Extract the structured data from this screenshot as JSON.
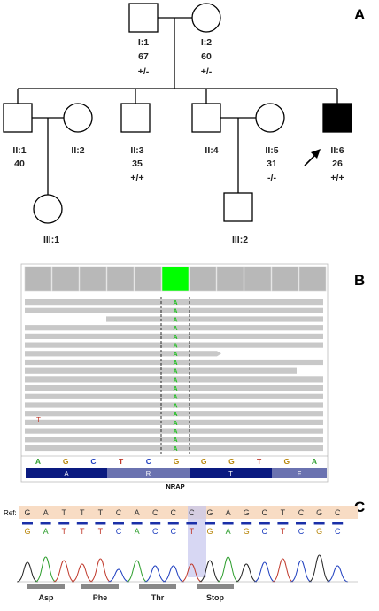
{
  "panel_labels": {
    "a": "A",
    "b": "B",
    "c": "C"
  },
  "pedigree": {
    "I1": {
      "id": "I:1",
      "age": "67",
      "genotype": "+/-"
    },
    "I2": {
      "id": "I:2",
      "age": "60",
      "genotype": "+/-"
    },
    "II1": {
      "id": "II:1",
      "age": "40"
    },
    "II2": {
      "id": "II:2"
    },
    "II3": {
      "id": "II:3",
      "age": "35",
      "genotype": "+/+"
    },
    "II4": {
      "id": "II:4"
    },
    "II5": {
      "id": "II:5",
      "age": "31",
      "genotype": "-/-"
    },
    "II6": {
      "id": "II:6",
      "age": "26",
      "genotype": "+/+"
    },
    "III1": {
      "id": "III:1"
    },
    "III2": {
      "id": "III:2"
    }
  },
  "igv": {
    "variant_base": "A",
    "stray_base": "T",
    "ref_bases": [
      "A",
      "G",
      "C",
      "T",
      "C",
      "G",
      "G",
      "G",
      "T",
      "G",
      "A"
    ],
    "aa": [
      "A",
      "R",
      "T",
      "F"
    ],
    "gene": "NRAP",
    "colors": {
      "variant": "#00ff00",
      "read": "#c8c8c8",
      "aa_dark": "#0a1a80",
      "aa_light": "#6a72b0"
    }
  },
  "sanger": {
    "ref_label": "Ref:",
    "ref_seq": [
      "G",
      "A",
      "T",
      "T",
      "T",
      "C",
      "A",
      "C",
      "C",
      "C",
      "G",
      "A",
      "G",
      "C",
      "T",
      "C",
      "G",
      "C"
    ],
    "sample_seq": [
      "G",
      "A",
      "T",
      "T",
      "T",
      "C",
      "A",
      "C",
      "C",
      "T",
      "G",
      "A",
      "G",
      "C",
      "T",
      "C",
      "G",
      "C"
    ],
    "codons": [
      "Asp",
      "Phe",
      "Thr",
      "Stop"
    ]
  }
}
